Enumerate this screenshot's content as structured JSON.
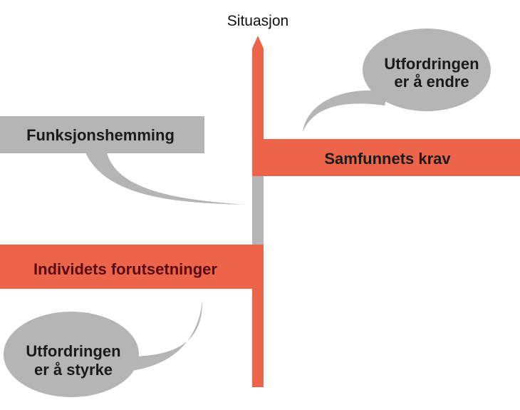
{
  "axis_label": "Situasjon",
  "boxes": {
    "disability": "Funksjonshemming",
    "society": "Samfunnets krav",
    "individual": "Individets forutsetninger"
  },
  "bubbles": {
    "change": [
      "Utfordringen",
      "er å endre"
    ],
    "strengthen": [
      "Utfordringen",
      "er å styrke"
    ]
  },
  "colors": {
    "orange": "#ec654a",
    "grey": "#b5b5b5",
    "dark_red": "#5a0a12",
    "text": "#1a1a1a"
  }
}
